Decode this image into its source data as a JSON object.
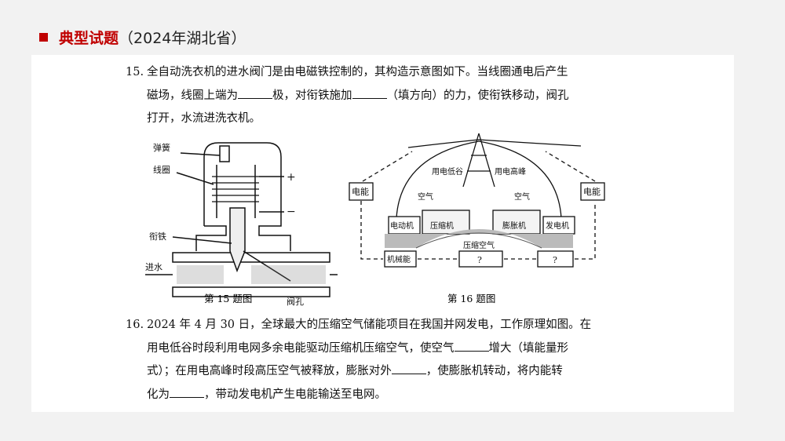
{
  "header": {
    "title_red": "典型试题",
    "title_rest": "（2024年湖北省）",
    "accent": "#c00000"
  },
  "q15": {
    "number": "15.",
    "lines": [
      "全自动洗衣机的进水阀门是由电磁铁控制的，其构造示意图如下。当线圈通电后产生",
      "磁场，线圈上端为",
      "极，对衔铁施加",
      "（填方向）的力，使衔铁移动，阀孔",
      "打开，水流进洗衣机。"
    ]
  },
  "fig15": {
    "labels": {
      "spring": "弹簧",
      "coil": "线圈",
      "armature": "衔铁",
      "inlet": "进水",
      "valve_hole": "阀孔",
      "plus": "+",
      "minus": "−"
    },
    "caption": "第 15 题图"
  },
  "fig16": {
    "labels": {
      "low": "用电低谷",
      "high": "用电高峰",
      "air_in": "空气",
      "air_out": "空气",
      "motor": "电动机",
      "compressor": "压缩机",
      "expander": "膨胀机",
      "generator": "发电机",
      "compressed_air": "压缩空气",
      "elec_left": "电能",
      "elec_right": "电能",
      "mech": "机械能",
      "unknown1": "?",
      "unknown2": "?"
    },
    "caption": "第 16 题图"
  },
  "q16": {
    "number": "16.",
    "lines": [
      "2024 年 4 月 30 日，全球最大的压缩空气储能项目在我国并网发电，工作原理如图。在",
      "用电低谷时段利用电网多余电能驱动压缩机压缩空气，使空气",
      "增大（填能量形",
      "式）；在用电高峰时段高压空气被释放，膨胀对外",
      "，使膨胀机转动，将内能转",
      "化为",
      "，带动发电机产生电能输送至电网。"
    ]
  }
}
